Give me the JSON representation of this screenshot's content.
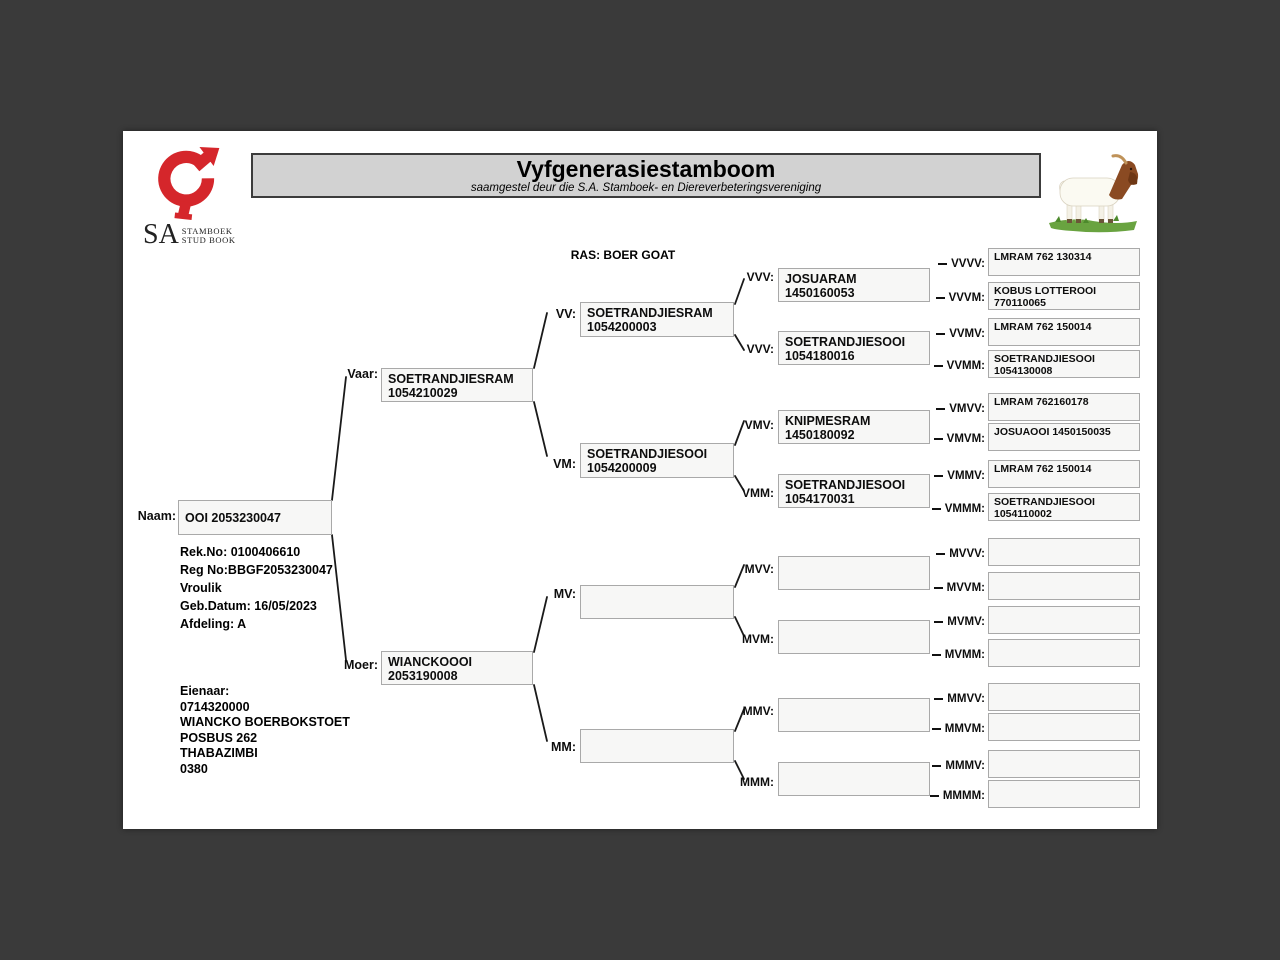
{
  "header": {
    "title": "Vyfgenerasiestamboom",
    "subtitle": "saamgestel deur die S.A. Stamboek- en Diereverbeteringsvereniging",
    "breed_label": "RAS: BOER GOAT",
    "logo": {
      "sa": "SA",
      "line1": "STAMBOEK",
      "line2": "STUD BOOK"
    }
  },
  "subject": {
    "label": "Naam:",
    "name": "OOI 2053230047",
    "details": [
      "Rek.No: 0100406610",
      "Reg No:BBGF2053230047",
      "Vroulik",
      "Geb.Datum: 16/05/2023",
      "Afdeling: A"
    ],
    "owner": [
      "Eienaar:",
      "0714320000",
      "WIANCKO BOERBOKSTOET",
      "POSBUS 262",
      "THABAZIMBI",
      "0380"
    ]
  },
  "pedigree": {
    "gen1": [
      {
        "label": "Vaar:",
        "line1": "SOETRANDJIESRAM",
        "line2": "1054210029"
      },
      {
        "label": "Moer:",
        "line1": "WIANCKOOOI",
        "line2": "2053190008"
      }
    ],
    "gen2": [
      {
        "label": "VV:",
        "line1": "SOETRANDJIESRAM",
        "line2": "1054200003"
      },
      {
        "label": "VM:",
        "line1": "SOETRANDJIESOOI",
        "line2": "1054200009"
      },
      {
        "label": "MV:",
        "line1": "",
        "line2": ""
      },
      {
        "label": "MM:",
        "line1": "",
        "line2": ""
      }
    ],
    "gen3": [
      {
        "label": "VVV:",
        "line1": "JOSUARAM",
        "line2": "1450160053"
      },
      {
        "label": "VVV:",
        "line1": "SOETRANDJIESOOI",
        "line2": "1054180016"
      },
      {
        "label": "VMV:",
        "line1": "KNIPMESRAM",
        "line2": "1450180092"
      },
      {
        "label": "VMM:",
        "line1": "SOETRANDJIESOOI",
        "line2": "1054170031"
      },
      {
        "label": "MVV:",
        "line1": "",
        "line2": ""
      },
      {
        "label": "MVM:",
        "line1": "",
        "line2": ""
      },
      {
        "label": "MMV:",
        "line1": "",
        "line2": ""
      },
      {
        "label": "MMM:",
        "line1": "",
        "line2": ""
      }
    ],
    "gen4": [
      {
        "label": "VVVV:",
        "line1": "LMRAM 762 130314",
        "line2": ""
      },
      {
        "label": "VVVM:",
        "line1": "KOBUS LOTTEROOI",
        "line2": "770110065"
      },
      {
        "label": "VVMV:",
        "line1": "LMRAM 762 150014",
        "line2": ""
      },
      {
        "label": "VVMM:",
        "line1": "SOETRANDJIESOOI",
        "line2": "1054130008"
      },
      {
        "label": "VMVV:",
        "line1": "LMRAM 762160178",
        "line2": ""
      },
      {
        "label": "VMVM:",
        "line1": "JOSUAOOI 1450150035",
        "line2": ""
      },
      {
        "label": "VMMV:",
        "line1": "LMRAM 762 150014",
        "line2": ""
      },
      {
        "label": "VMMM:",
        "line1": "SOETRANDJIESOOI",
        "line2": "1054110002"
      },
      {
        "label": "MVVV:",
        "line1": "",
        "line2": ""
      },
      {
        "label": "MVVM:",
        "line1": "",
        "line2": ""
      },
      {
        "label": "MVMV:",
        "line1": "",
        "line2": ""
      },
      {
        "label": "MVMM:",
        "line1": "",
        "line2": ""
      },
      {
        "label": "MMVV:",
        "line1": "",
        "line2": ""
      },
      {
        "label": "MMVM:",
        "line1": "",
        "line2": ""
      },
      {
        "label": "MMMV:",
        "line1": "",
        "line2": ""
      },
      {
        "label": "MMMM:",
        "line1": "",
        "line2": ""
      }
    ]
  },
  "colors": {
    "accent_red": "#d5262b",
    "canvas_bg": "#3a3a3a",
    "titlebar_bg": "#d2d2d2",
    "box_bg": "#f7f7f6"
  }
}
